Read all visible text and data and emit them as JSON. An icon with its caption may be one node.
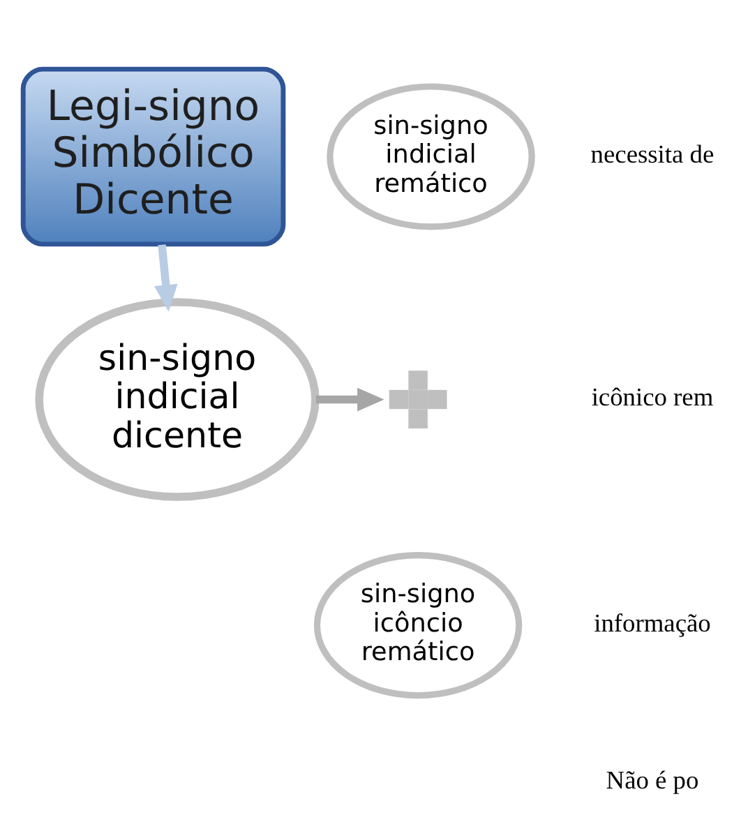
{
  "diagram": {
    "nodes": [
      {
        "text": [
          "Legi-signo Simbólico Dicente"
        ]
      },
      {
        "text": [
          "sin-signo indicial dicente"
        ]
      },
      {
        "text": [
          "sin-signo indicial remático"
        ]
      },
      {
        "text": [],
        "shape": "cross"
      },
      {
        "text": [
          "sin-signo icôncio remático"
        ]
      }
    ],
    "edges": [
      {
        "from": 0,
        "to": 1,
        "arrow": "to",
        "color": "#b8cce4"
      },
      {
        "from": 1,
        "to": 3,
        "arrow": "to",
        "color": "#a6a6a6"
      }
    ],
    "labels": [
      "necessita de",
      "icônico rem",
      "informação",
      "Não é po"
    ]
  }
}
